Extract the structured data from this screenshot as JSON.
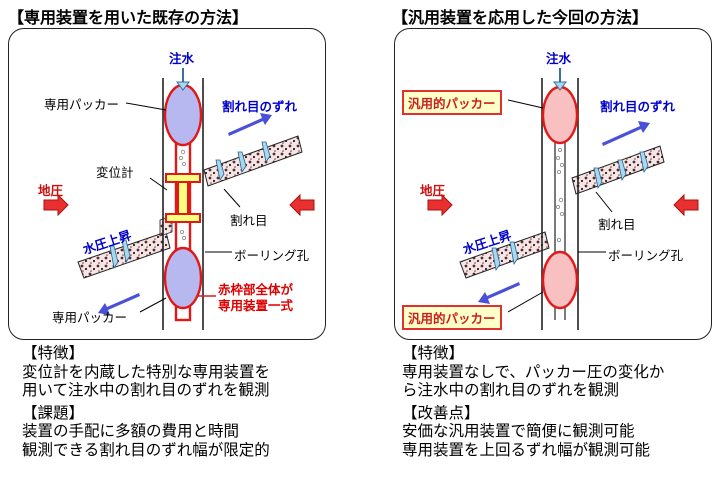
{
  "left": {
    "heading": "【専用装置を用いた既存の方法】",
    "labels": {
      "water_inject": "注水",
      "packer_top": "専用パッカー",
      "displacement": "変位計",
      "ground_pressure": "地圧",
      "water_rise": "水圧上昇",
      "crack": "割れ目",
      "crack_shift": "割れ目のずれ",
      "borehole": "ボーリング孔",
      "red_frame_line1": "赤枠部全体が",
      "red_frame_line2": "専用装置一式",
      "packer_bottom": "専用パッカー"
    },
    "features_title": "【特徴】",
    "features": [
      "変位計を内蔵した特別な専用装置を",
      "用いて注水中の割れ目のずれを観測"
    ],
    "issues_title": "【課題】",
    "issues": [
      "装置の手配に多額の費用と時間",
      "観測できる割れ目のずれ幅が限定的"
    ]
  },
  "right": {
    "heading": "【汎用装置を応用した今回の方法】",
    "labels": {
      "water_inject": "注水",
      "packer_top": "汎用的パッカー",
      "crack_shift": "割れ目のずれ",
      "ground_pressure": "地圧",
      "water_rise": "水圧上昇",
      "crack": "割れ目",
      "borehole": "ボーリング孔",
      "packer_bottom": "汎用的パッカー"
    },
    "features_title": "【特徴】",
    "features": [
      "専用装置なしで、パッカー圧の変化か",
      "ら注水中の割れ目のずれを観測"
    ],
    "improvements_title": "【改善点】",
    "improvements": [
      "安価な汎用装置で簡便に観測可能",
      "専用装置を上回るずれ幅が観測可能"
    ]
  },
  "colors": {
    "red": "#e01818",
    "blue_packer": "#b8b8f0",
    "pink_packer": "#f8c0c0",
    "cyan_arrow": "#a8d8ec",
    "shift_arrow": "#4a50d8",
    "yellow": "#ffff80"
  }
}
